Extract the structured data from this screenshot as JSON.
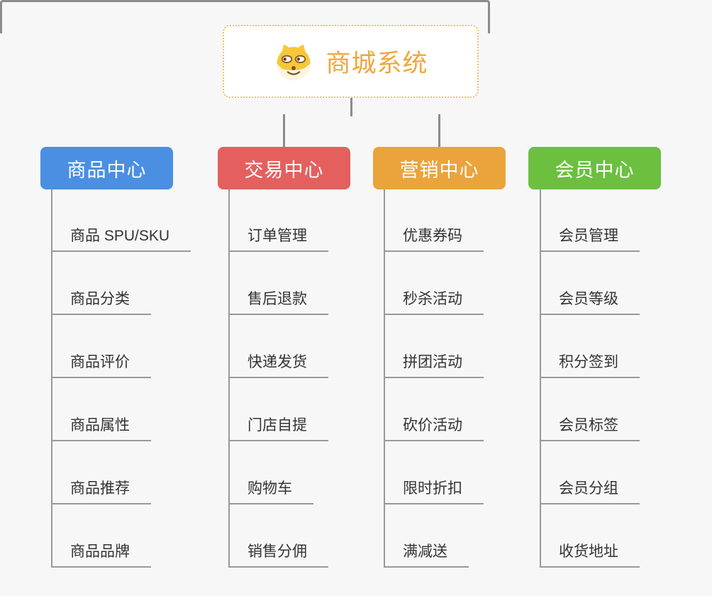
{
  "root": {
    "title": "商城系统",
    "icon": "shiba-dog-icon"
  },
  "colors": {
    "product_center": "#4b8fe2",
    "trade_center": "#e4605e",
    "marketing_center": "#eba43b",
    "member_center": "#6cbf3f",
    "root_accent": "#f0a63c",
    "connector": "#8c8c8c",
    "leaf_line": "#999999"
  },
  "branches": [
    {
      "label": "商品中心",
      "color": "#4b8fe2",
      "items": [
        "商品 SPU/SKU",
        "商品分类",
        "商品评价",
        "商品属性",
        "商品推荐",
        "商品品牌"
      ]
    },
    {
      "label": "交易中心",
      "color": "#e4605e",
      "items": [
        "订单管理",
        "售后退款",
        "快递发货",
        "门店自提",
        "购物车",
        "销售分佣"
      ]
    },
    {
      "label": "营销中心",
      "color": "#eba43b",
      "items": [
        "优惠券码",
        "秒杀活动",
        "拼团活动",
        "砍价活动",
        "限时折扣",
        "满减送"
      ]
    },
    {
      "label": "会员中心",
      "color": "#6cbf3f",
      "items": [
        "会员管理",
        "会员等级",
        "积分签到",
        "会员标签",
        "会员分组",
        "收货地址"
      ]
    }
  ]
}
